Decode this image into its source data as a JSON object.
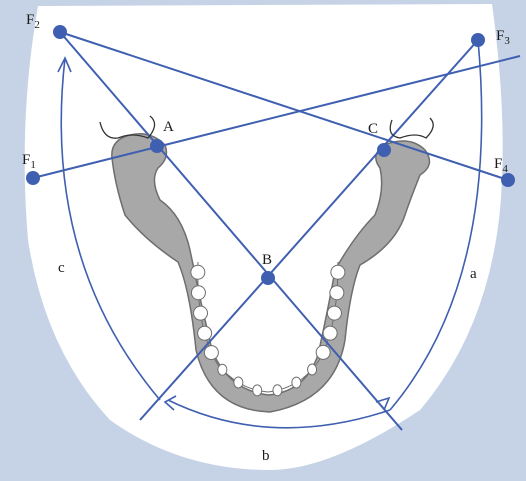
{
  "colors": {
    "background": "#c6d3e6",
    "shield": "#ffffff",
    "line": "#3f5fb0",
    "point": "#3f5fb0",
    "bone": "#a8a8a8",
    "bone_dark": "#6e6e6e",
    "tooth": "#ffffff"
  },
  "points": {
    "A": "A",
    "B": "B",
    "C": "C"
  },
  "foci": {
    "F1": {
      "base": "F",
      "sub": "1"
    },
    "F2": {
      "base": "F",
      "sub": "2"
    },
    "F3": {
      "base": "F",
      "sub": "3"
    },
    "F4": {
      "base": "F",
      "sub": "4"
    }
  },
  "arcs": {
    "a": "a",
    "b": "b",
    "c": "c"
  }
}
